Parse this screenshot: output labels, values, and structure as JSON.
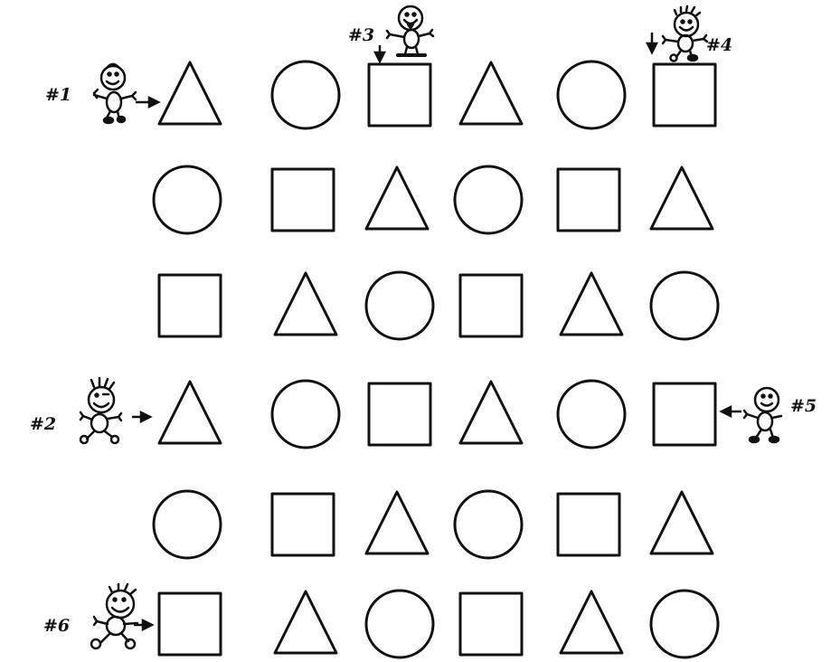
{
  "grid": [
    [
      "triangle",
      "circle",
      "square",
      "triangle",
      "circle",
      "square"
    ],
    [
      "circle",
      "square",
      "triangle",
      "circle",
      "square",
      "triangle"
    ],
    [
      "square",
      "triangle",
      "circle",
      "square",
      "triangle",
      "circle"
    ],
    [
      "triangle",
      "circle",
      "square",
      "triangle",
      "circle",
      "square"
    ],
    [
      "circle",
      "square",
      "triangle",
      "circle",
      "square",
      "triangle"
    ],
    [
      "square",
      "triangle",
      "circle",
      "square",
      "triangle",
      "circle"
    ]
  ],
  "characters": [
    {
      "id": "1",
      "label": "#1",
      "arrow": "right"
    },
    {
      "id": "2",
      "label": "#2",
      "arrow": "right"
    },
    {
      "id": "3",
      "label": "#3",
      "arrow": "down"
    },
    {
      "id": "4",
      "label": "#4",
      "arrow": "down"
    },
    {
      "id": "5",
      "label": "#5",
      "arrow": "left"
    },
    {
      "id": "6",
      "label": "#6",
      "arrow": "right"
    }
  ],
  "stroke_color": "#111111"
}
